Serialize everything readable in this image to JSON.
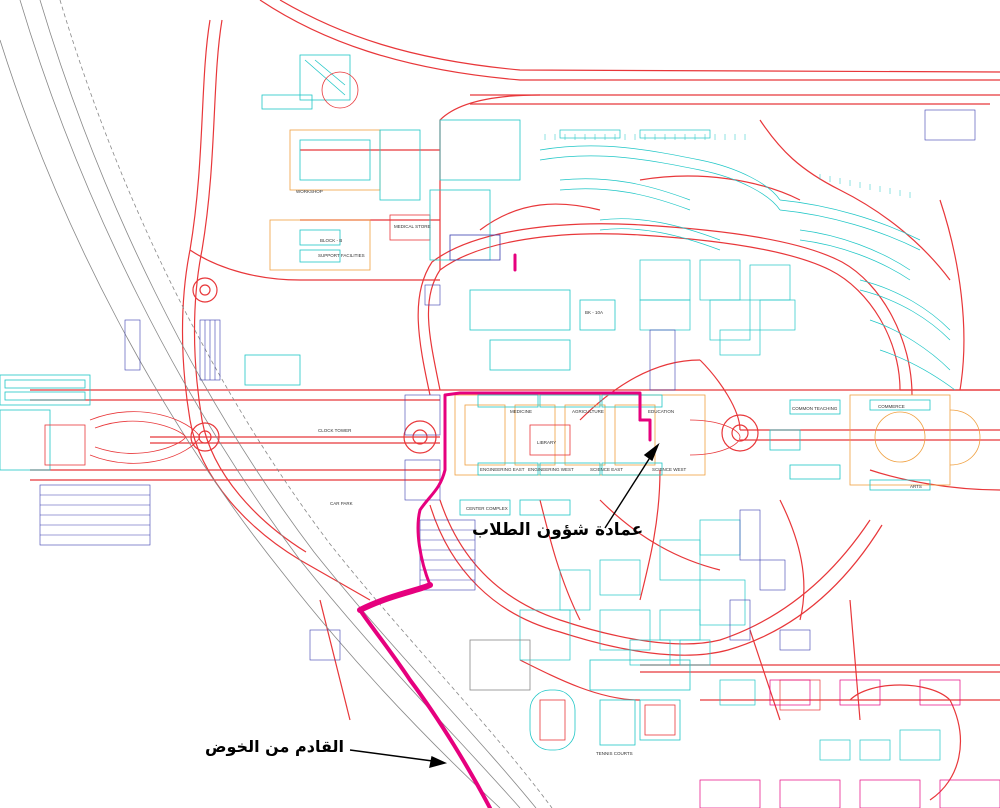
{
  "annotations": {
    "student_affairs": "عمادة شؤون الطلاب",
    "coming_from_khawd": "القادم من الخوض"
  },
  "labels": {
    "clock_tower": "CLOCK TOWER",
    "medicine": "MEDICINE",
    "agriculture": "AGRICULTURE",
    "education": "EDUCATION",
    "library": "LIBRARY",
    "engineering_east": "ENGINEERING EAST",
    "engineering_west": "ENGINEERING WEST",
    "science_east": "SCIENCE EAST",
    "science_west": "SCIENCE WEST",
    "center_complex": "CENTER COMPLEX",
    "car_park": "CAR PARK",
    "commerce": "COMMERCE",
    "common_teaching": "COMMON TEACHING",
    "arts": "ARTS",
    "medical_store": "MEDICAL STORE",
    "block_b": "BLOCK - B",
    "support_facilities": "SUPPORT FACILITIES",
    "workshop": "WORKSHOP",
    "bk_10a": "BK - 10A",
    "tennis_courts": "TENNIS COURTS"
  },
  "colors": {
    "road": "#e8373a",
    "route": "#e6007e",
    "cyan_building": "#1fc6c6",
    "blue_parking": "#3b3fb0",
    "orange_building": "#f0a040",
    "background": "#ffffff"
  }
}
